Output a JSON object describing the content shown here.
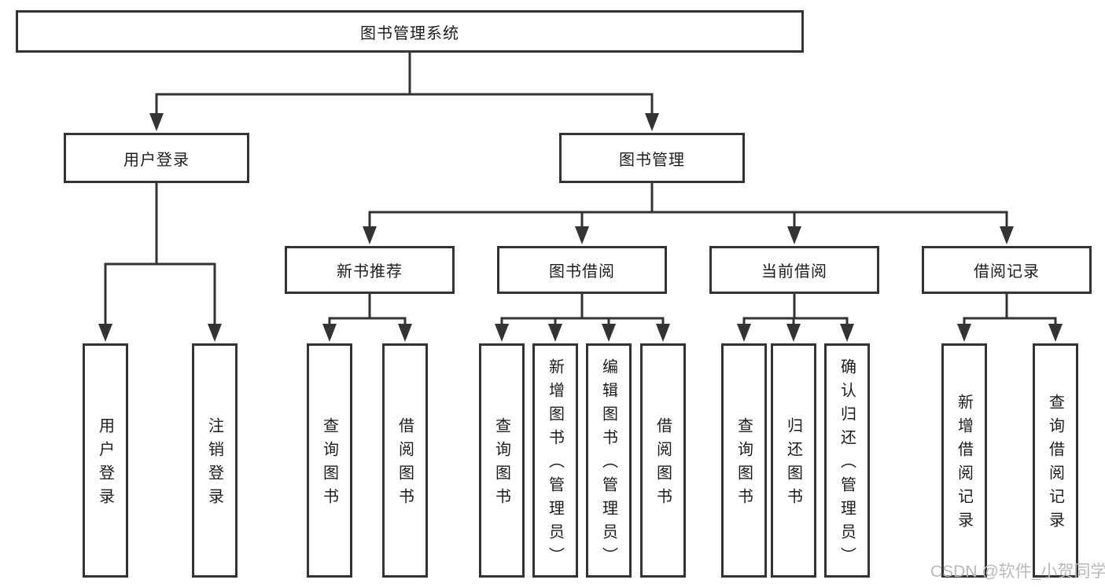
{
  "diagram": {
    "root": {
      "label": "图书管理系统"
    },
    "branches": [
      {
        "label": "用户登录",
        "children": [
          {
            "label": "用户登录"
          },
          {
            "label": "注销登录"
          }
        ]
      },
      {
        "label": "图书管理",
        "sections": [
          {
            "label": "新书推荐",
            "children": [
              {
                "label": "查询图书"
              },
              {
                "label": "借阅图书"
              }
            ]
          },
          {
            "label": "图书借阅",
            "children": [
              {
                "label": "查询图书"
              },
              {
                "label": "新增图书（管理员）"
              },
              {
                "label": "编辑图书（管理员）"
              },
              {
                "label": "借阅图书"
              }
            ]
          },
          {
            "label": "当前借阅",
            "children": [
              {
                "label": "查询图书"
              },
              {
                "label": "归还图书"
              },
              {
                "label": "确认归还（管理员）"
              }
            ]
          },
          {
            "label": "借阅记录",
            "children": [
              {
                "label": "新增借阅记录"
              },
              {
                "label": "查询借阅记录"
              }
            ]
          }
        ]
      }
    ]
  },
  "watermark": {
    "text": "CSDN @软件_小贺同学"
  },
  "colors": {
    "line": "#333333",
    "text": "#1d1d1d",
    "watermark": "#b9b9b9",
    "background": "#ffffff"
  }
}
